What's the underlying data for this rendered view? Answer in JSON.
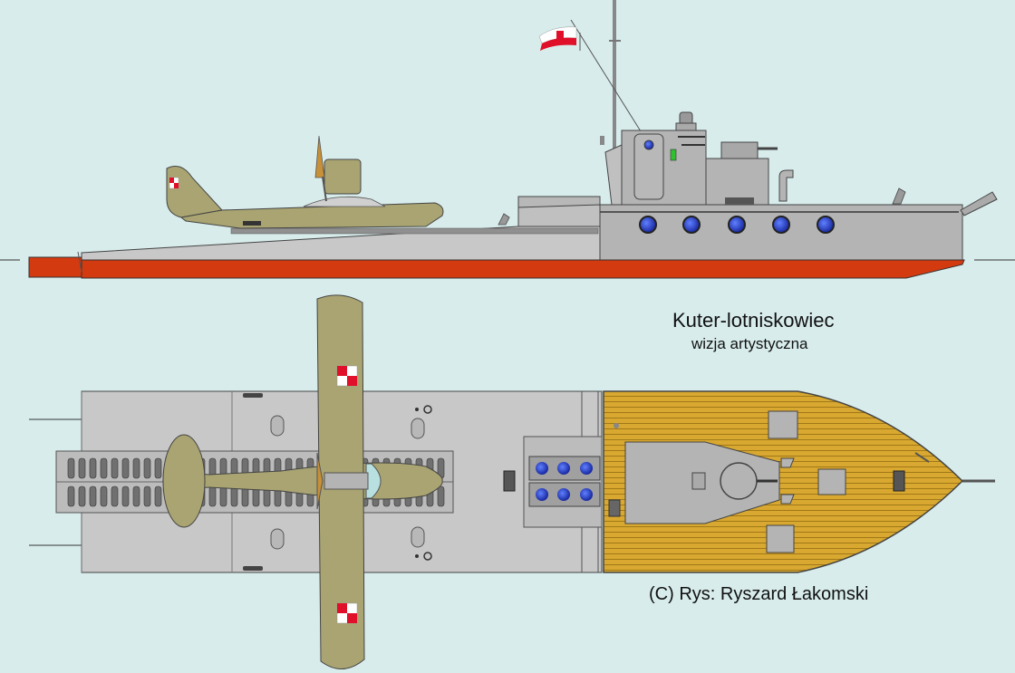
{
  "drawing": {
    "title": "Kuter-lotniskowiec",
    "subtitle": "wizja artystyczna",
    "credit": "(C) Rys: Ryszard Łakomski"
  },
  "colors": {
    "background": "#d8ecec",
    "hull_grey": "#b4b4b4",
    "deck_grey": "#c8c8c8",
    "hull_red": "#d43a10",
    "aircraft_olive": "#a9a472",
    "wood_deck": "#d8a830",
    "porthole_blue": "#3048c0",
    "outline": "#444444"
  }
}
